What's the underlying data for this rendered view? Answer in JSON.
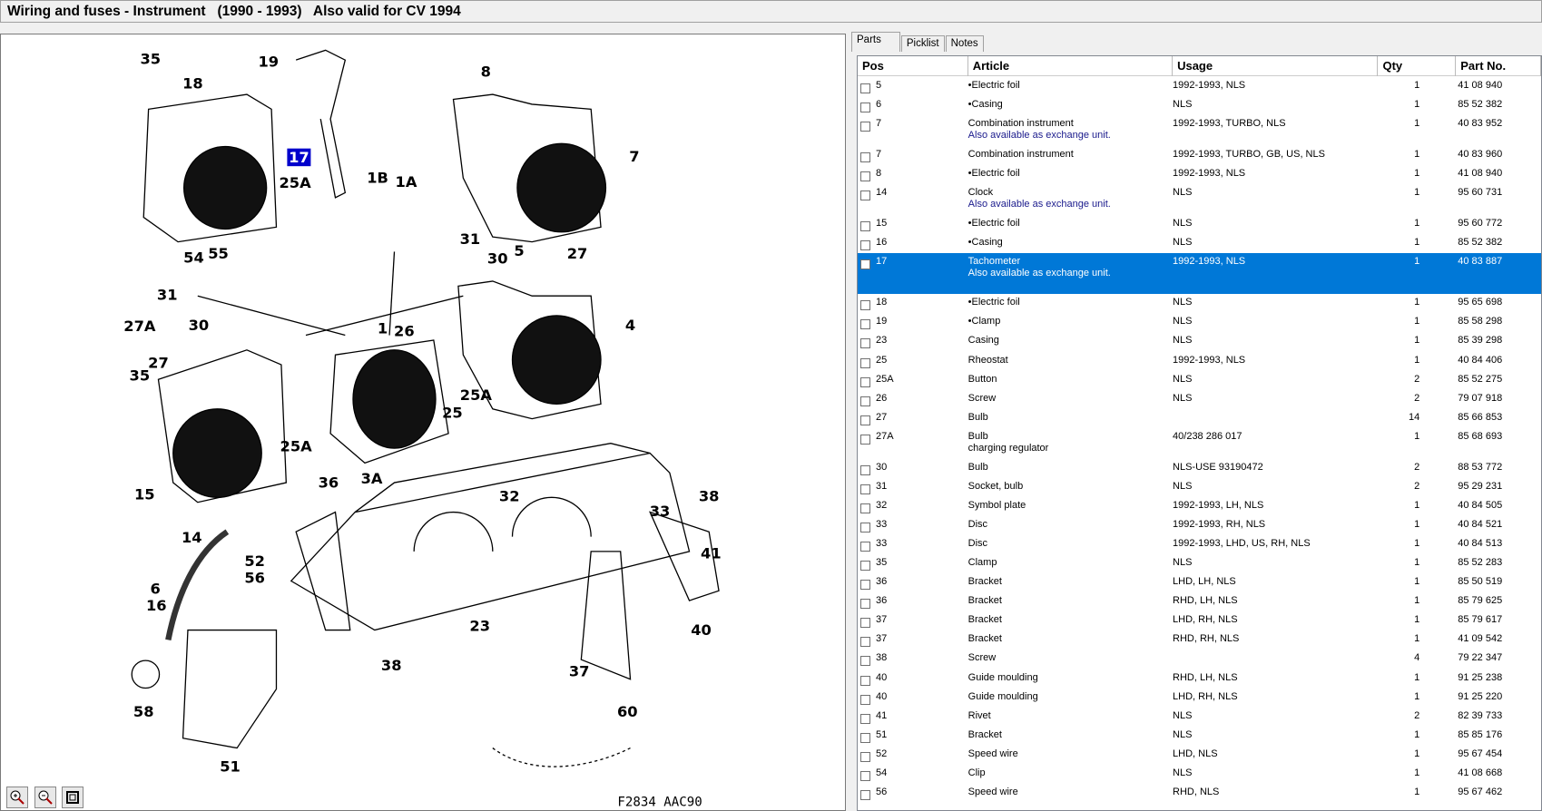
{
  "window": {
    "title": "Wiring and fuses - Instrument   (1990 - 1993)   Also valid for CV 1994"
  },
  "diagram": {
    "callouts": [
      "35",
      "19",
      "18",
      "17",
      "25A",
      "8",
      "7",
      "1B",
      "1A",
      "31",
      "30",
      "5",
      "27",
      "54",
      "55",
      "31",
      "27A",
      "30",
      "27",
      "35",
      "1",
      "26",
      "4",
      "25A",
      "25",
      "25A",
      "3A",
      "36",
      "15",
      "32",
      "33",
      "38",
      "41",
      "14",
      "52",
      "56",
      "6",
      "16",
      "23",
      "40",
      "37",
      "38",
      "58",
      "60",
      "51"
    ],
    "highlighted_callout": "17",
    "drawing_code": "F2834 AAC90",
    "highlight_color": "#0000cc",
    "zoom_controls": [
      {
        "name": "zoom-in-icon"
      },
      {
        "name": "zoom-out-icon"
      },
      {
        "name": "fit-to-window-icon"
      }
    ]
  },
  "tabs": [
    {
      "label": "Parts",
      "active": true
    },
    {
      "label": "Picklist",
      "active": false
    },
    {
      "label": "Notes",
      "active": false
    }
  ],
  "table": {
    "columns": [
      "Pos",
      "Article",
      "Usage",
      "Qty",
      "Part No."
    ],
    "selection_color": "#0078d7",
    "rows": [
      {
        "pos": "5",
        "article": "•Electric foil",
        "usage": "1992-1993, NLS",
        "qty": "1",
        "part": "41 08 940"
      },
      {
        "pos": "6",
        "article": "•Casing",
        "usage": "NLS",
        "qty": "1",
        "part": "85 52 382"
      },
      {
        "pos": "7",
        "article": "Combination instrument",
        "note": "Also available as exchange unit.",
        "usage": "1992-1993, TURBO, NLS",
        "qty": "1",
        "part": "40 83 952"
      },
      {
        "pos": "7",
        "article": "Combination instrument",
        "usage": "1992-1993, TURBO, GB, US, NLS",
        "qty": "1",
        "part": "40 83 960"
      },
      {
        "pos": "8",
        "article": "•Electric foil",
        "usage": "1992-1993, NLS",
        "qty": "1",
        "part": "41 08 940"
      },
      {
        "pos": "14",
        "article": "Clock",
        "note": "Also available as exchange unit.",
        "usage": "NLS",
        "qty": "1",
        "part": "95 60 731"
      },
      {
        "pos": "15",
        "article": "•Electric foil",
        "usage": "NLS",
        "qty": "1",
        "part": "95 60 772"
      },
      {
        "pos": "16",
        "article": "•Casing",
        "usage": "NLS",
        "qty": "1",
        "part": "85 52 382"
      },
      {
        "pos": "17",
        "article": "Tachometer",
        "note": "Also available as exchange unit.",
        "usage": "1992-1993, NLS",
        "qty": "1",
        "part": "40 83 887",
        "selected": true
      },
      {
        "pos": "18",
        "article": "•Electric foil",
        "usage": "NLS",
        "qty": "1",
        "part": "95 65 698"
      },
      {
        "pos": "19",
        "article": "•Clamp",
        "usage": "NLS",
        "qty": "1",
        "part": "85 58 298"
      },
      {
        "pos": "23",
        "article": "Casing",
        "usage": "NLS",
        "qty": "1",
        "part": "85 39 298"
      },
      {
        "pos": "25",
        "article": "Rheostat",
        "usage": "1992-1993, NLS",
        "qty": "1",
        "part": "40 84 406"
      },
      {
        "pos": "25A",
        "article": "Button",
        "usage": "NLS",
        "qty": "2",
        "part": "85 52 275"
      },
      {
        "pos": "26",
        "article": "Screw",
        "usage": "NLS",
        "qty": "2",
        "part": "79 07 918"
      },
      {
        "pos": "27",
        "article": "Bulb",
        "usage": "",
        "qty": "14",
        "part": "85 66 853"
      },
      {
        "pos": "27A",
        "article": "Bulb",
        "subtext": "charging regulator",
        "usage": "40/238 286 017",
        "qty": "1",
        "part": "85 68 693"
      },
      {
        "pos": "30",
        "article": "Bulb",
        "usage": "NLS-USE 93190472",
        "qty": "2",
        "part": "88 53 772"
      },
      {
        "pos": "31",
        "article": "Socket, bulb",
        "usage": "NLS",
        "qty": "2",
        "part": "95 29 231"
      },
      {
        "pos": "32",
        "article": "Symbol plate",
        "usage": "1992-1993, LH, NLS",
        "qty": "1",
        "part": "40 84 505"
      },
      {
        "pos": "33",
        "article": "Disc",
        "usage": "1992-1993, RH, NLS",
        "qty": "1",
        "part": "40 84 521"
      },
      {
        "pos": "33",
        "article": "Disc",
        "usage": "1992-1993, LHD, US, RH, NLS",
        "qty": "1",
        "part": "40 84 513"
      },
      {
        "pos": "35",
        "article": "Clamp",
        "usage": "NLS",
        "qty": "1",
        "part": "85 52 283"
      },
      {
        "pos": "36",
        "article": "Bracket",
        "usage": "LHD, LH, NLS",
        "qty": "1",
        "part": "85 50 519"
      },
      {
        "pos": "36",
        "article": "Bracket",
        "usage": "RHD, LH, NLS",
        "qty": "1",
        "part": "85 79 625"
      },
      {
        "pos": "37",
        "article": "Bracket",
        "usage": "LHD, RH, NLS",
        "qty": "1",
        "part": "85 79 617"
      },
      {
        "pos": "37",
        "article": "Bracket",
        "usage": "RHD, RH, NLS",
        "qty": "1",
        "part": "41 09 542"
      },
      {
        "pos": "38",
        "article": "Screw",
        "usage": "",
        "qty": "4",
        "part": "79 22 347"
      },
      {
        "pos": "40",
        "article": "Guide moulding",
        "usage": "RHD, LH, NLS",
        "qty": "1",
        "part": "91 25 238"
      },
      {
        "pos": "40",
        "article": "Guide moulding",
        "usage": "LHD, RH, NLS",
        "qty": "1",
        "part": "91 25 220"
      },
      {
        "pos": "41",
        "article": "Rivet",
        "usage": "NLS",
        "qty": "2",
        "part": "82 39 733"
      },
      {
        "pos": "51",
        "article": "Bracket",
        "usage": "NLS",
        "qty": "1",
        "part": "85 85 176"
      },
      {
        "pos": "52",
        "article": "Speed wire",
        "usage": "LHD, NLS",
        "qty": "1",
        "part": "95 67 454"
      },
      {
        "pos": "54",
        "article": "Clip",
        "usage": "NLS",
        "qty": "1",
        "part": "41 08 668"
      },
      {
        "pos": "56",
        "article": "Speed wire",
        "usage": "RHD, NLS",
        "qty": "1",
        "part": "95 67 462"
      }
    ]
  }
}
